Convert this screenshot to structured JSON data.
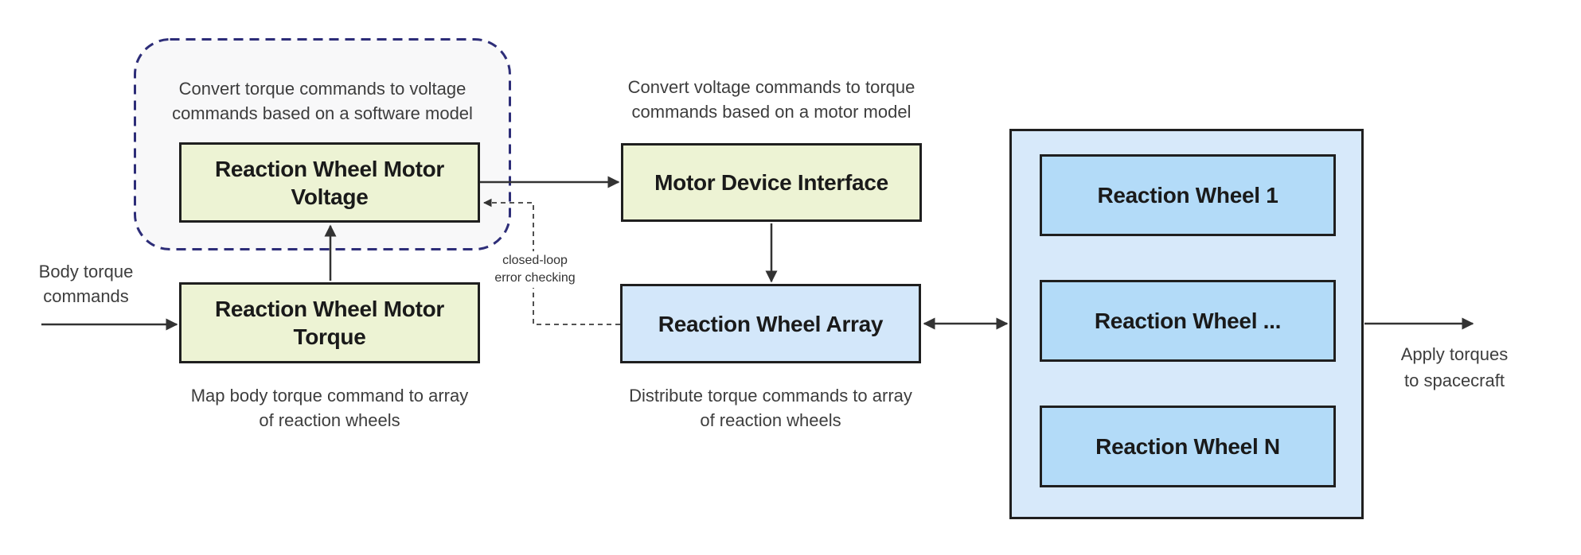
{
  "software_group": {
    "caption": "Convert torque commands to voltage\ncommands based on a software model"
  },
  "nodes": {
    "rw_motor_voltage": {
      "label": "Reaction Wheel Motor\nVoltage"
    },
    "rw_motor_torque": {
      "label": "Reaction Wheel Motor\nTorque"
    },
    "motor_device_interface": {
      "label": "Motor Device Interface"
    },
    "rw_array": {
      "label": "Reaction Wheel Array"
    },
    "rw_1": {
      "label": "Reaction Wheel 1"
    },
    "rw_dots": {
      "label": "Reaction Wheel ..."
    },
    "rw_n": {
      "label": "Reaction Wheel N"
    }
  },
  "captions": {
    "motor_model": "Convert voltage commands to torque\ncommands based on a motor model",
    "map_body_torque": "Map body torque command to array\nof reaction wheels",
    "distribute": "Distribute torque commands to array\nof reaction wheels"
  },
  "labels": {
    "body_torque": "Body torque\ncommands",
    "closed_loop": "closed-loop\nerror checking",
    "apply_torques": "Apply torques\nto spacecraft"
  },
  "colors": {
    "node_yellow_fill": "#edf3d4",
    "node_blue_fill": "#d3e7fa",
    "wheel_container_fill": "#d7e9fa",
    "wheel_inner_fill": "#b3dbf8",
    "node_border": "#1f1f1f",
    "group_fill": "#f8f8f9",
    "group_border": "#2d2d78",
    "arrow": "#333333",
    "dashed_connector": "#3d3d3d",
    "label_text": "#1a1a1a",
    "caption_text": "#3d3d3d",
    "background": "#ffffff"
  }
}
